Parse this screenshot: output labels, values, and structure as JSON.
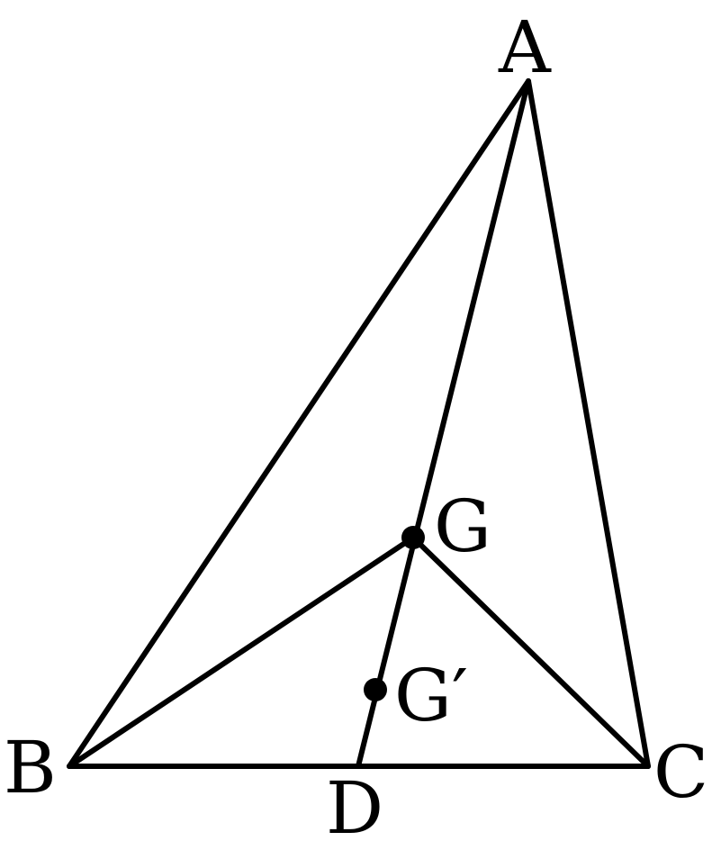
{
  "diagram": {
    "points": {
      "A": "A",
      "B": "B",
      "C": "C",
      "D": "D",
      "G": "G",
      "G_prime": "G′"
    },
    "segments": [
      "AB",
      "AC",
      "BC",
      "AD",
      "BG",
      "CG"
    ],
    "marked_points": [
      "G",
      "G′"
    ],
    "colors": {
      "stroke": "#000000",
      "background": "#ffffff"
    }
  }
}
